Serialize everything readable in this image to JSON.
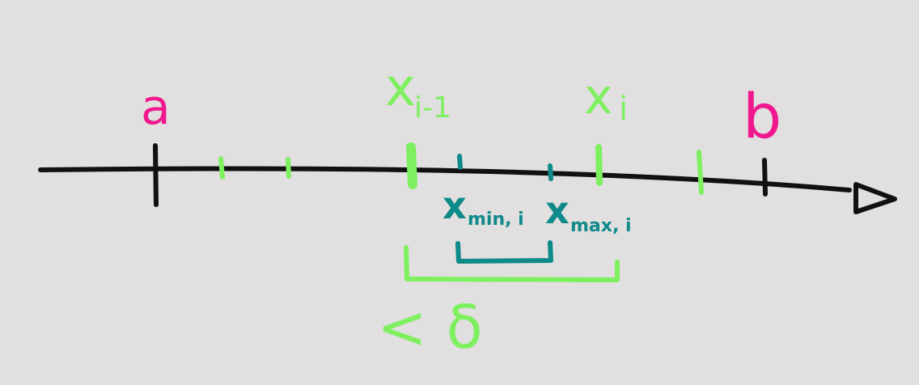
{
  "colors": {
    "background": "#e1dfdf",
    "axis": "#111111",
    "endpoints": "#f0188f",
    "partition": "#7ef060",
    "extrema": "#0f8a8a"
  },
  "labels": {
    "a": "a",
    "b": "b",
    "x_prev": {
      "main": "x",
      "sub": "i-1"
    },
    "x_i": {
      "main": "x",
      "sub": "i"
    },
    "x_min": {
      "main": "x",
      "sub": "min, i"
    },
    "x_max": {
      "main": "x",
      "sub": "max, i"
    },
    "less_than_delta": "< δ"
  }
}
